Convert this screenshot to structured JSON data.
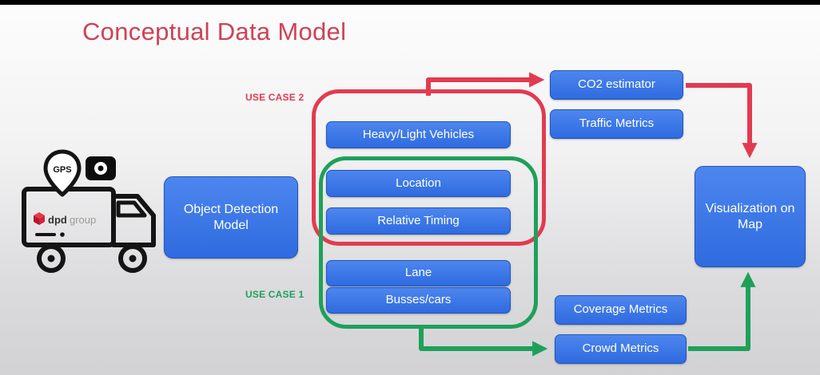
{
  "title": "Conceptual Data Model",
  "truck": {
    "gps_label": "GPS",
    "logo_dpd": "dpd",
    "logo_group": "group"
  },
  "use_cases": {
    "case2": "USE CASE 2",
    "case1": "USE CASE 1"
  },
  "nodes": {
    "object_detection": "Object Detection Model",
    "heavy_light": "Heavy/Light Vehicles",
    "location": "Location",
    "relative_timing": "Relative Timing",
    "lane": "Lane",
    "busses_cars": "Busses/cars",
    "co2": "CO2 estimator",
    "traffic": "Traffic Metrics",
    "coverage": "Coverage Metrics",
    "crowd": "Crowd Metrics",
    "visualization": "Visualization on Map"
  },
  "colors": {
    "node_blue": "#3575e8",
    "node_border": "#2055c0",
    "accent_red": "#e23b50",
    "accent_green": "#1fa05a",
    "title_red": "#ce4257",
    "dpd_red": "#dc0032"
  }
}
